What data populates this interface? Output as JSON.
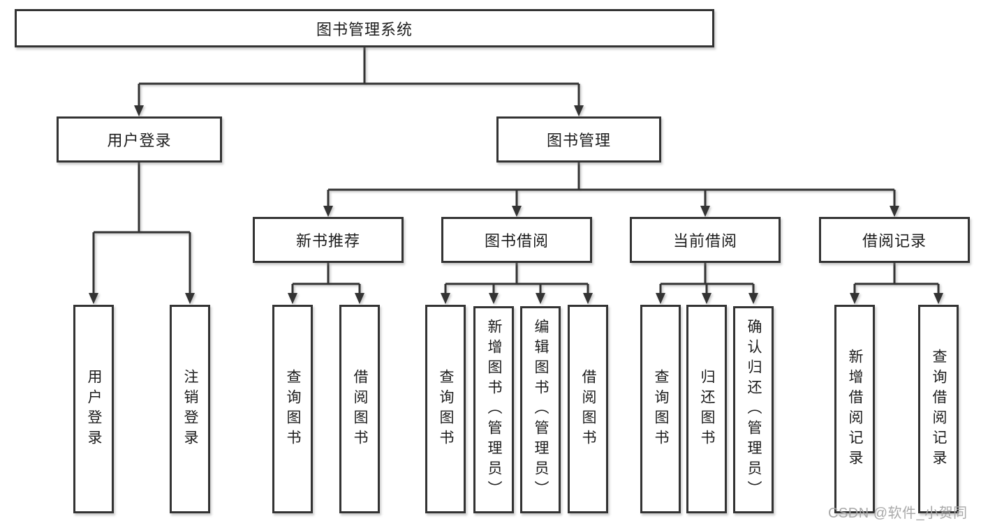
{
  "tree": {
    "label": "图书管理系统",
    "children": [
      {
        "label": "用户登录",
        "children": [
          {
            "label": "用户登录"
          },
          {
            "label": "注销登录"
          }
        ]
      },
      {
        "label": "图书管理",
        "children": [
          {
            "label": "新书推荐",
            "children": [
              {
                "label": "查询图书"
              },
              {
                "label": "借阅图书"
              }
            ]
          },
          {
            "label": "图书借阅",
            "children": [
              {
                "label": "查询图书"
              },
              {
                "label": "新增图书（管理员）"
              },
              {
                "label": "编辑图书（管理员）"
              },
              {
                "label": "借阅图书"
              }
            ]
          },
          {
            "label": "当前借阅",
            "children": [
              {
                "label": "查询图书"
              },
              {
                "label": "归还图书"
              },
              {
                "label": "确认归还（管理员）"
              }
            ]
          },
          {
            "label": "借阅记录",
            "children": [
              {
                "label": "新增借阅记录"
              },
              {
                "label": "查询借阅记录"
              }
            ]
          }
        ]
      }
    ]
  },
  "watermark": {
    "text": "CSDN @软件_小贺同学"
  },
  "colors": {
    "line": "#333333",
    "text": "#1c1c1c",
    "background": "#ffffff",
    "watermark": "#a5a5a5"
  }
}
